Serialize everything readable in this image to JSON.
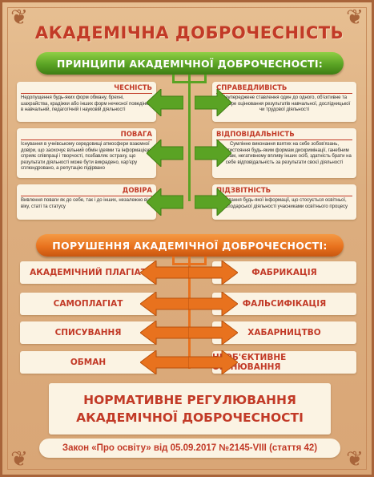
{
  "title": "АКАДЕМІЧНА ДОБРОЧЕСНІСТЬ",
  "principles": {
    "heading": "ПРИНЦИПИ АКАДЕМІЧНОЇ ДОБРОЧЕСНОСТІ:",
    "left": [
      {
        "title": "ЧЕСНІСТЬ",
        "text": "Недопущення будь-яких форм обману, брехні, шахрайства, крадіжки або інших форм нечесної поведінки в навчальній, педагогічній і науковій діяльності"
      },
      {
        "title": "ПОВАГА",
        "text": "Існування в учнівському середовищі атмосфери взаємної довіри, що заохочує вільний обмін ідеями та інформацією, сприяє співпраці і творчості, позбавляє остраху, що результати діяльності може бути викрадено, кар'єру сплюндровано, а репутацію підірвано"
      },
      {
        "title": "ДОВІРА",
        "text": "Вивлення поваги як до себе, так і до інших, незалежно від віку, статі та статусу"
      }
    ],
    "right": [
      {
        "title": "СПРАВЕДЛИВІСТЬ",
        "text": "Неупереджене ставлення один до одного, об'єктивне та прозоре оцінювання результатів навчальної, дослідницької чи трудової діяльності"
      },
      {
        "title": "ВІДПОВІДАЛЬНІСТЬ",
        "text": "Сумлінне виконання взятих на себе зобов'язань, протистояння будь-яким формам дискримінації, ганебним вчинкам, негативному впливу інших осіб, здатність брати на себе відповідальність за результати своєї діяльності"
      },
      {
        "title": "ПІДЗВІТНІСТЬ",
        "text": "Надання будь-якої інформації, що стосується освітньої, господарської діяльності учасниками освітнього процесу"
      }
    ]
  },
  "violations": {
    "heading": "ПОРУШЕННЯ АКАДЕМІЧНОЇ ДОБРОЧЕСНОСТІ:",
    "left": [
      "АКАДЕМІЧНИЙ ПЛАГІАТ",
      "САМОПЛАГІАТ",
      "СПИСУВАННЯ",
      "ОБМАН"
    ],
    "right": [
      "ФАБРИКАЦІЯ",
      "ФАЛЬСИФІКАЦІЯ",
      "ХАБАРНИЦТВО",
      "НЕОБ'ЄКТИВНЕ ОЦІНЮВАННЯ"
    ]
  },
  "regulation": {
    "line1": "НОРМАТИВНЕ РЕГУЛЮВАННЯ",
    "line2": "АКАДЕМІЧНОЇ ДОБРОЧЕСНОСТІ"
  },
  "law": "Закон «Про освіту» від 05.09.2017 №2145-VIII (стаття 42)",
  "colors": {
    "accent_red": "#c23a27",
    "green": "#5aa324",
    "orange": "#e8721e",
    "background": "#dcae7f",
    "panel": "#fbf3e3"
  }
}
